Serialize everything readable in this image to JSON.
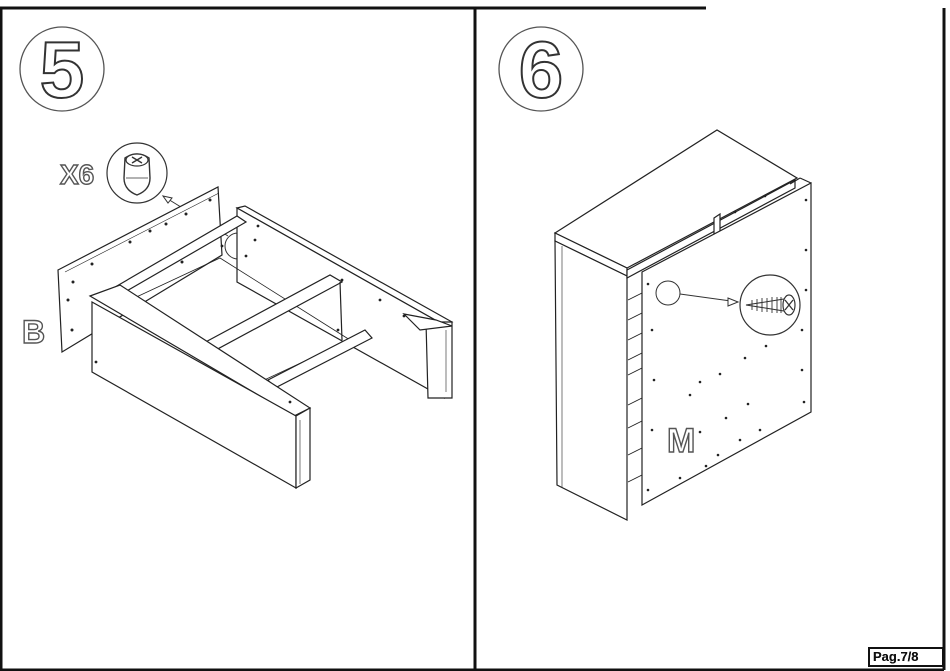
{
  "steps": [
    {
      "number": "5",
      "quantity": "X6",
      "part_label": "B"
    },
    {
      "number": "6",
      "part_label": "M"
    }
  ],
  "page": {
    "label": "Pag.7/8"
  },
  "colors": {
    "line": "#111111",
    "outline_text": "#444444",
    "paper": "#ffffff"
  }
}
